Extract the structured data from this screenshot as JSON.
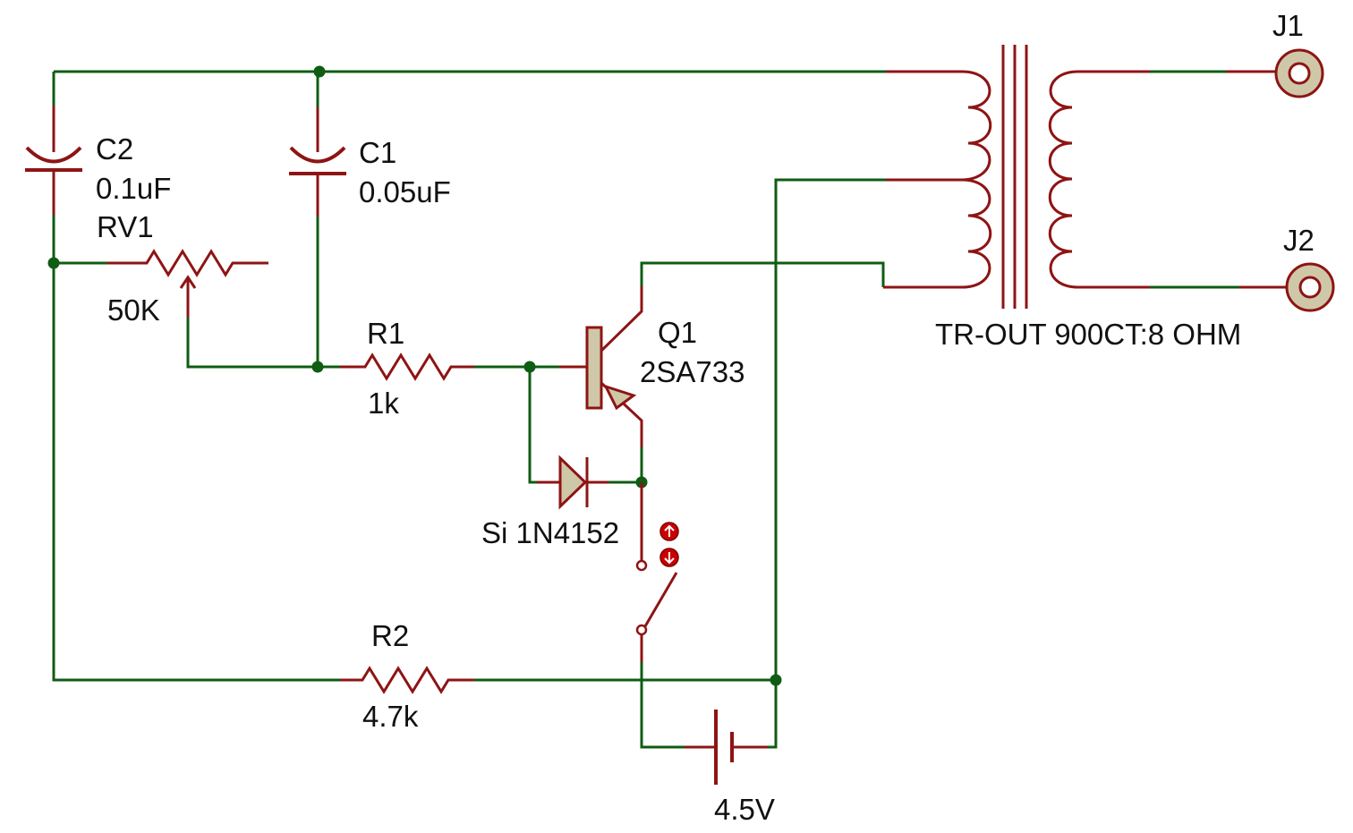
{
  "components": {
    "c2": {
      "ref": "C2",
      "value": "0.1uF"
    },
    "c1": {
      "ref": "C1",
      "value": "0.05uF"
    },
    "rv1": {
      "ref": "RV1",
      "value": "50K"
    },
    "r1": {
      "ref": "R1",
      "value": "1k"
    },
    "r2": {
      "ref": "R2",
      "value": "4.7k"
    },
    "q1": {
      "ref": "Q1",
      "value": "2SA733"
    },
    "d1": {
      "value": "Si 1N4152"
    },
    "battery": {
      "value": "4.5V"
    },
    "transformer": {
      "value": "TR-OUT 900CT:8 OHM"
    },
    "j1": {
      "ref": "J1"
    },
    "j2": {
      "ref": "J2"
    }
  },
  "colors": {
    "wire": "#0f5c13",
    "component": "#8e1414",
    "body_fill": "#cfc8a8",
    "switch_marker": "#cc0000",
    "text": "#111111"
  }
}
